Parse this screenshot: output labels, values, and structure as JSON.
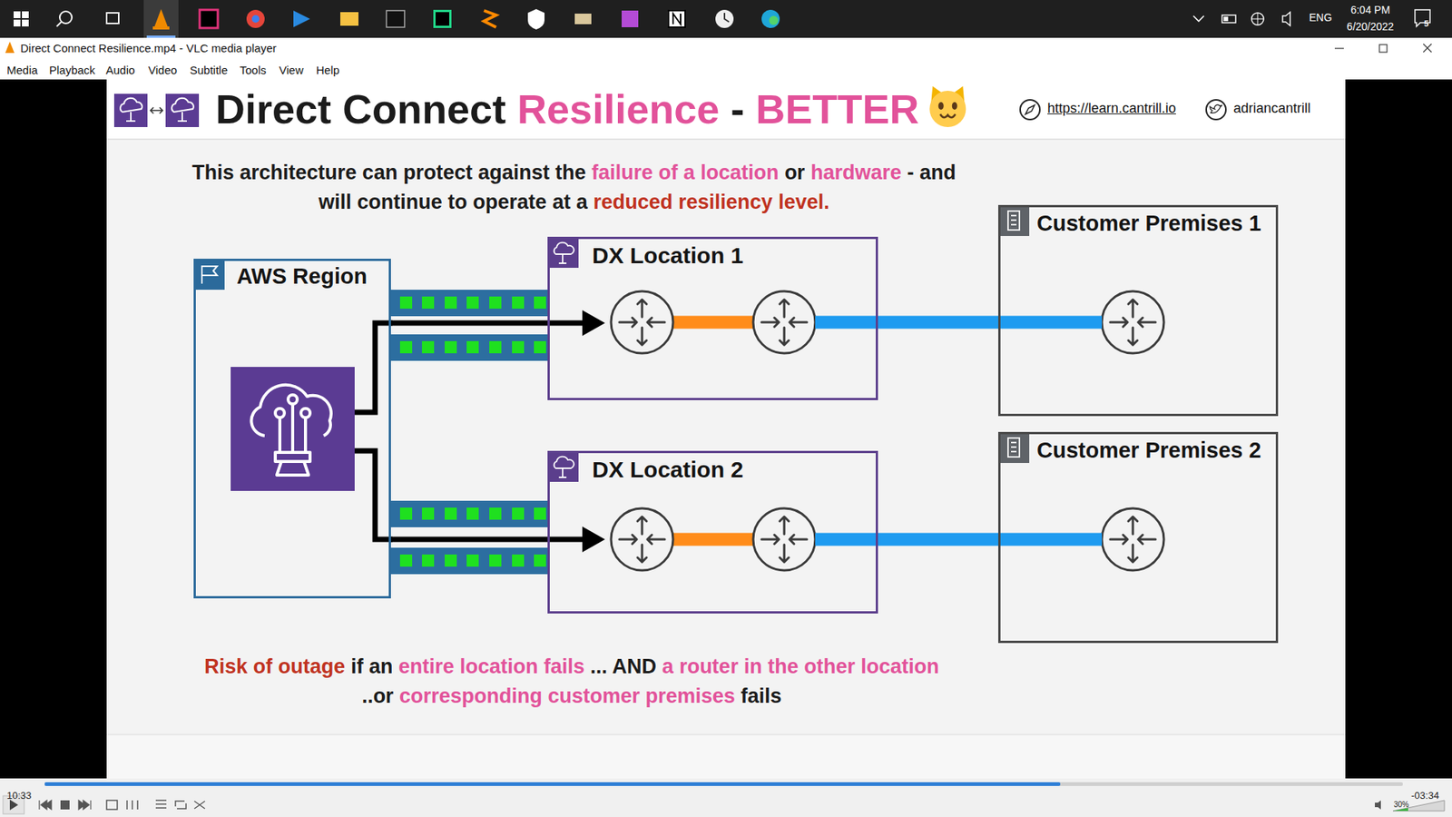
{
  "diagram": {
    "title": "Direct Connect Resilience - BETTER",
    "nodes": [
      {
        "text": [
          "AWS Region"
        ]
      },
      {
        "text": [
          "DX Location 1"
        ]
      },
      {
        "text": [
          "DX Location 2"
        ]
      },
      {
        "text": [
          "Customer Premises 1"
        ]
      },
      {
        "text": [
          "Customer Premises 2"
        ]
      }
    ],
    "edges": [
      {
        "from": 0,
        "to": 1,
        "arrow": "to"
      },
      {
        "from": 0,
        "to": 2,
        "arrow": "to"
      },
      {
        "from": 1,
        "to": 3,
        "arrow": "none"
      },
      {
        "from": 2,
        "to": 4,
        "arrow": "none"
      }
    ],
    "labels": [
      "ENG",
      "6:04 PM",
      "6/20/2022",
      "5",
      "Direct Connect Resilience.mp4 - VLC media player",
      "Media",
      "Playback",
      "Audio",
      "Video",
      "Subtitle",
      "Tools",
      "View",
      "Help",
      "https://learn.cantrill.io",
      "adriancantrill",
      "This architecture can protect against the failure of a location or hardware - and will continue to operate at a reduced resiliency level.",
      "Risk of outage if an entire location fails ... AND a router in the other location ..or corresponding customer premises fails",
      "10:33",
      "-03:34",
      "30%"
    ]
  }
}
